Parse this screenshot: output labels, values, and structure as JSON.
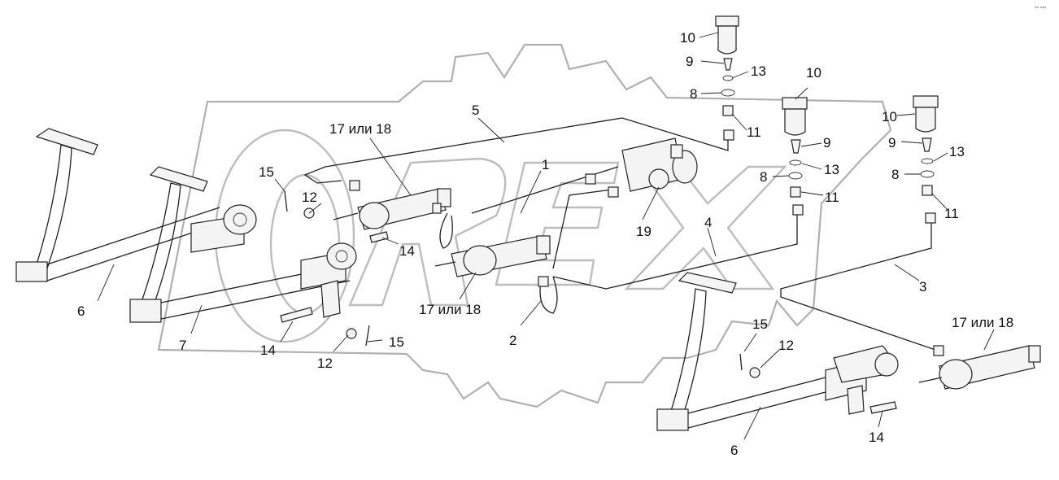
{
  "corner_code": "ᵇᵉ ᵃᵃᵃ",
  "callouts": [
    "10",
    "9",
    "13",
    "8",
    "11",
    "10",
    "9",
    "8",
    "13",
    "11",
    "10",
    "9",
    "13",
    "8",
    "11",
    "17 или 18",
    "5",
    "1",
    "15",
    "12",
    "14",
    "19",
    "4",
    "6",
    "7",
    "17 или 18",
    "2",
    "14",
    "12",
    "15",
    "3",
    "17 или 18",
    "15",
    "12",
    "6",
    "14"
  ],
  "colors": {
    "lines": "#222222",
    "watermark": "#b0b0b0",
    "background": "#ffffff"
  }
}
